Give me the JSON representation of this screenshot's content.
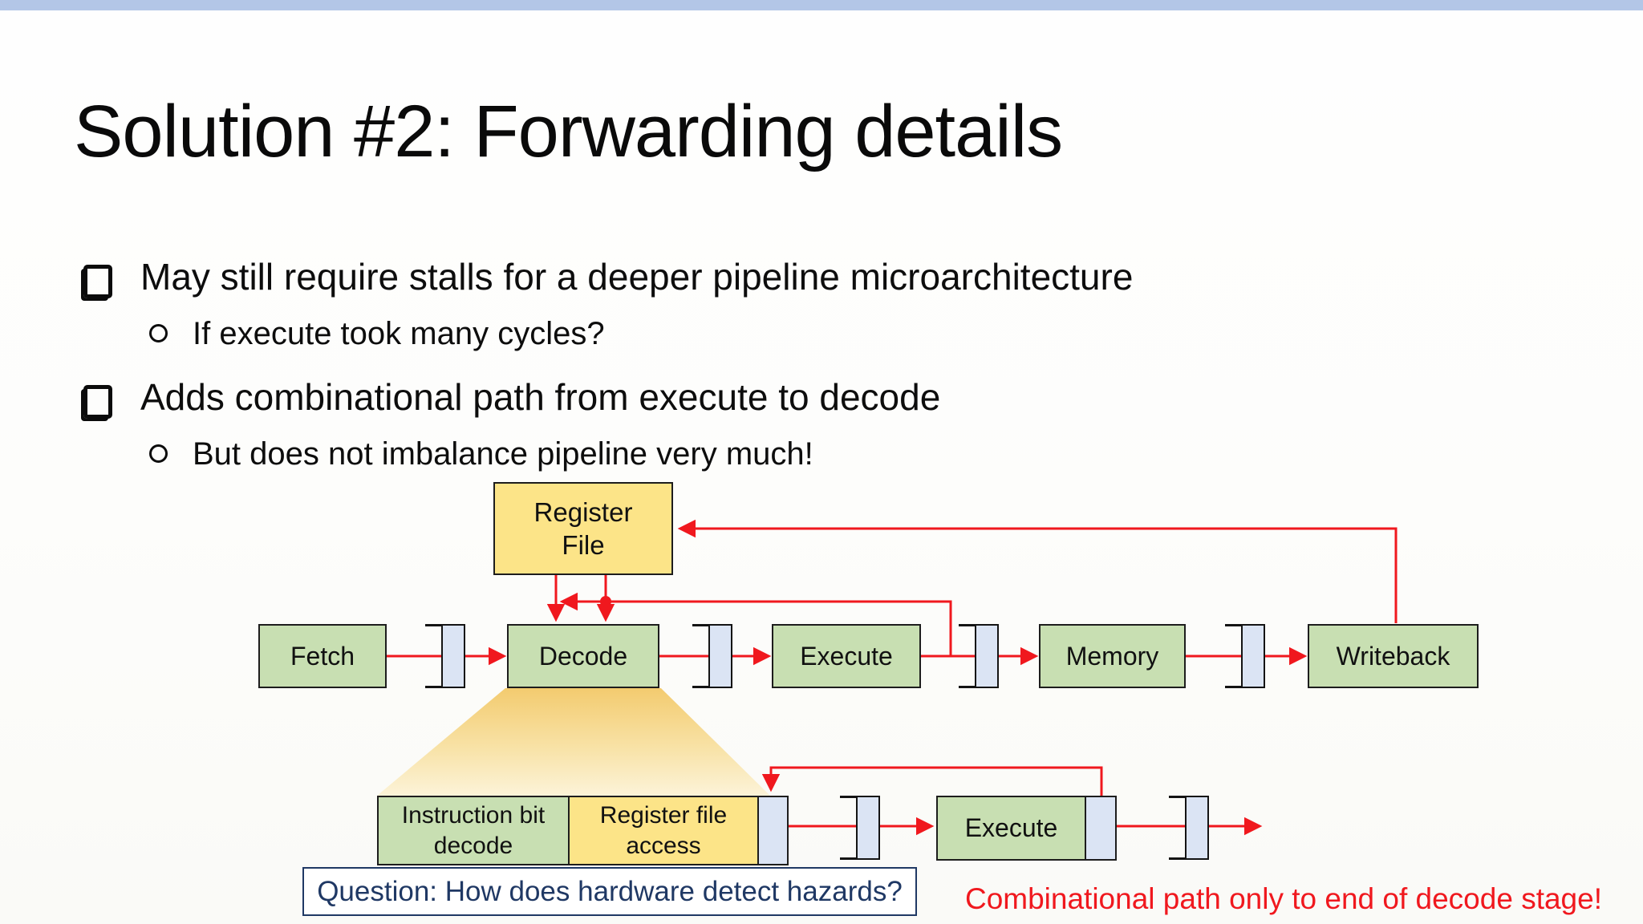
{
  "slide": {
    "title": "Solution #2: Forwarding details",
    "bullets": [
      {
        "text": "May still require stalls for a deeper pipeline microarchitecture",
        "sub": "If execute took many cycles?"
      },
      {
        "text": "Adds combinational path from execute to decode",
        "sub": "But does not imbalance pipeline very much!"
      }
    ]
  },
  "pipeline": {
    "stages": [
      "Fetch",
      "Decode",
      "Execute",
      "Memory",
      "Writeback"
    ],
    "register_file_lines": [
      "Register",
      "File"
    ]
  },
  "decode_detail": {
    "sections": [
      "Instruction bit decode",
      "Register file access"
    ],
    "execute_label": "Execute"
  },
  "question": "Question: How does hardware detect hazards?",
  "caption": "Combinational path only to end of decode stage!",
  "colors": {
    "topbar": "#b3c6e7",
    "stage_green": "#c8dfb2",
    "register_yellow": "#fce488",
    "pipeline_register_blue": "#dbe4f4",
    "arrow_red": "#f0181e",
    "question_navy": "#1f3864"
  }
}
